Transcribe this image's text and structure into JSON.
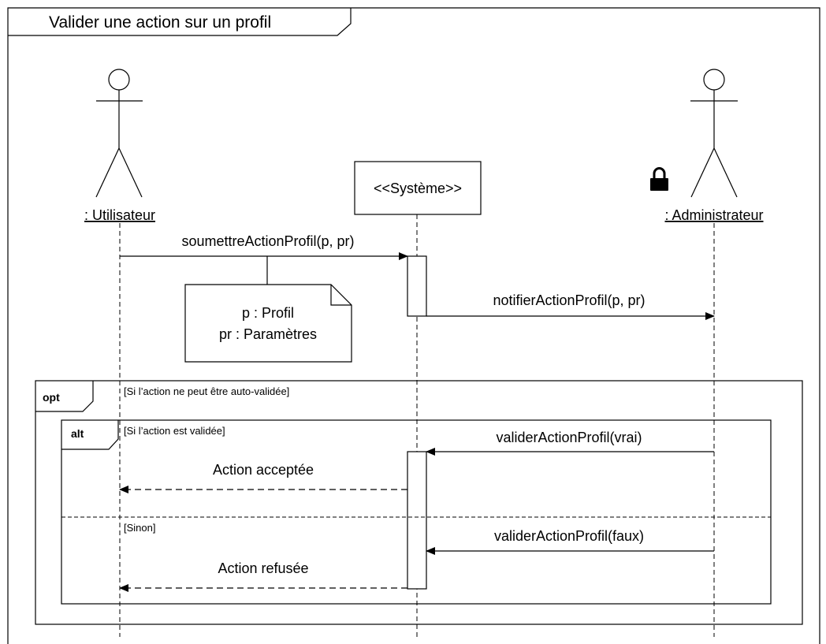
{
  "frame": {
    "title": "Valider une action sur un profil"
  },
  "lifelines": {
    "user": {
      "label": ": Utilisateur"
    },
    "system": {
      "label": "<<Système>>"
    },
    "admin": {
      "label": ": Administrateur",
      "icon": "lock-icon"
    }
  },
  "messages": {
    "submit": "soumettreActionProfil(p, pr)",
    "notify": "notifierActionProfil(p, pr)",
    "validate_true": "validerActionProfil(vrai)",
    "accepted": "Action acceptée",
    "validate_false": "validerActionProfil(faux)",
    "refused": "Action refusée"
  },
  "note": {
    "line1": "p : Profil",
    "line2": "pr : Paramètres"
  },
  "fragments": {
    "opt": {
      "operator": "opt",
      "guard": "[Si l’action ne peut être auto-validée]"
    },
    "alt": {
      "operator": "alt",
      "guard": "[Si l’action est validée]",
      "else_guard": "[Sinon]"
    }
  },
  "colors": {
    "stroke": "#000000",
    "background": "#ffffff"
  }
}
